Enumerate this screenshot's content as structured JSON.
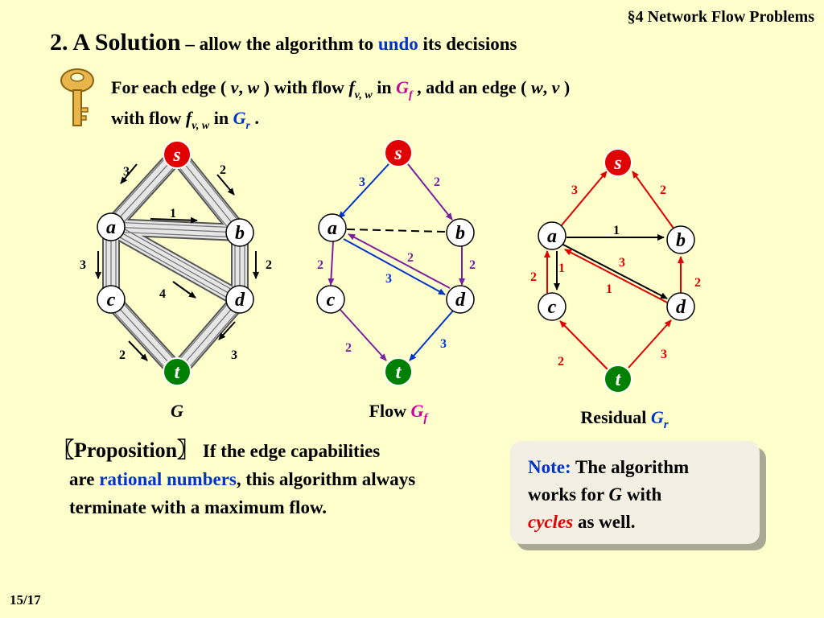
{
  "header": "§4  Network Flow Problems",
  "title": {
    "main": "2.  A Solution",
    "sub_a": " – allow the algorithm to ",
    "sub_undo": "undo",
    "sub_b": " its decisions"
  },
  "instruction": {
    "l1_a": "For each edge ( ",
    "v": "v",
    "comma": ", ",
    "w": "w",
    "l1_b": " ) with flow ",
    "f": "f",
    "f_sub": "v, w",
    "in": " in ",
    "G": "G",
    "Gf_sub": "f",
    "l1_c": " , add an edge ( ",
    "w2": "w",
    "comma2": ", ",
    "v2": "v",
    "l1_d": " )",
    "l2_a": "with flow ",
    "l2_in": " in  ",
    "Gr_sub": "r",
    "l2_end": " ."
  },
  "graph1": {
    "caption": "G",
    "nodes": {
      "s": "s",
      "a": "a",
      "b": "b",
      "c": "c",
      "d": "d",
      "t": "t"
    },
    "labels": {
      "sa": "3",
      "sb": "2",
      "ab": "1",
      "ac": "3",
      "bd": "2",
      "ad": "4",
      "ct": "2",
      "dt": "3"
    }
  },
  "graph2": {
    "caption": "Flow ",
    "caption_g": "G",
    "caption_sub": "f",
    "nodes": {
      "s": "s",
      "a": "a",
      "b": "b",
      "c": "c",
      "d": "d",
      "t": "t"
    },
    "labels": {
      "sa": "3",
      "sb": "2",
      "ac": "2",
      "bd": "2",
      "da": "2",
      "ad": "3",
      "ct": "2",
      "dt": "3"
    }
  },
  "graph3": {
    "caption": "Residual ",
    "caption_g": "G",
    "caption_sub": "r",
    "nodes": {
      "s": "s",
      "a": "a",
      "b": "b",
      "c": "c",
      "d": "d",
      "t": "t"
    },
    "labels": {
      "as": "3",
      "bs": "2",
      "ab": "1",
      "ad": "3",
      "da": "1",
      "ca": "2",
      "ac": "1",
      "db": "2",
      "tc": "2",
      "td": "3"
    }
  },
  "proposition": {
    "label": "〖Proposition〗",
    "t1": "  If the edge capabilities",
    "t2a": "are ",
    "t2b": "rational numbers",
    "t2c": ", this algorithm always",
    "t3": "terminate with a maximum flow."
  },
  "note": {
    "label": "Note:",
    "t1": "  The algorithm",
    "t2a": "works for ",
    "t2g": "G",
    "t2b": " with",
    "t3a": "cycles",
    "t3b": " as well."
  },
  "page": "15/17",
  "colors": {
    "background": "#ffffcc",
    "source": "#e00000",
    "sink": "#008000",
    "flow_blue": "#0033cc",
    "flow_purple": "#7a1fa0",
    "residual_red": "#e00000"
  }
}
